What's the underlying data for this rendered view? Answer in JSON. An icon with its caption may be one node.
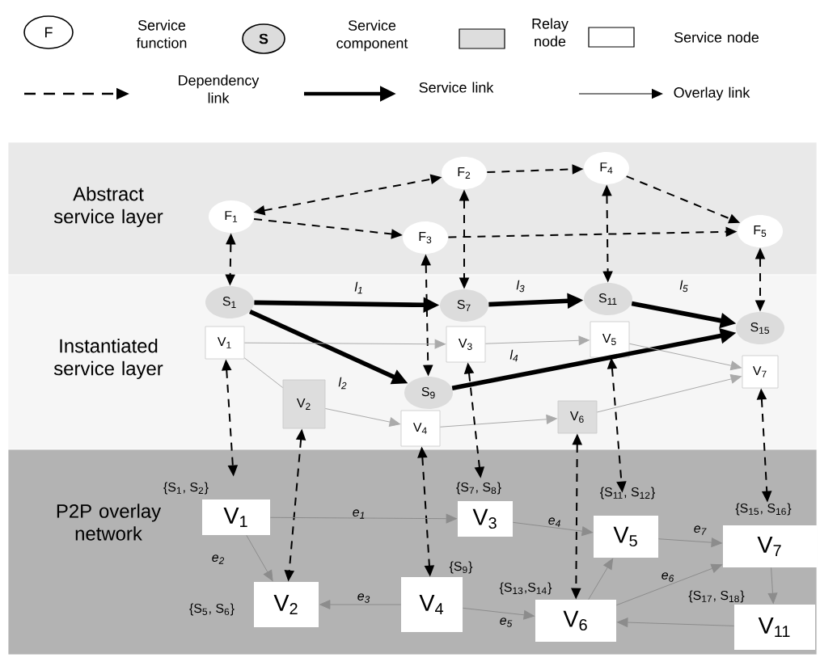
{
  "diagram": {
    "nodes": [
      {
        "text": [
          "Abstract service layer"
        ]
      },
      {
        "text": [
          "Instantiated service layer"
        ]
      },
      {
        "text": [
          "P2P overlay network"
        ]
      },
      {
        "text": [
          "F$_{1}$"
        ],
        "in": 0
      },
      {
        "text": [
          "F$_{2}$"
        ],
        "in": 0
      },
      {
        "text": [
          "F$_{3}$"
        ],
        "in": 0
      },
      {
        "text": [
          "F$_{4}$"
        ],
        "in": 0
      },
      {
        "text": [
          "F$_{5}$"
        ],
        "in": 0
      },
      {
        "text": [
          "S$_{1}$"
        ],
        "in": 1
      },
      {
        "text": [
          "S$_{7}$"
        ],
        "in": 1
      },
      {
        "text": [
          "S$_{11}$"
        ],
        "in": 1
      },
      {
        "text": [
          "S$_{15}$"
        ],
        "in": 1
      },
      {
        "text": [
          "S$_{9}$"
        ],
        "in": 1
      },
      {
        "text": [
          "V$_{1}$"
        ],
        "in": 1
      },
      {
        "text": [
          "V$_{3}$"
        ],
        "in": 1
      },
      {
        "text": [
          "V$_{5}$"
        ],
        "in": 1
      },
      {
        "text": [
          "V$_{7}$"
        ],
        "in": 1
      },
      {
        "text": [
          "V$_{2}$"
        ],
        "in": 1
      },
      {
        "text": [
          "V$_{4}$"
        ],
        "in": 1
      },
      {
        "text": [
          "V$_{6}$"
        ],
        "in": 1
      },
      {
        "text": [
          "V$_{1}$"
        ],
        "in": 2,
        "beside": [
          "{S$_{1}$, S$_{2}$}"
        ]
      },
      {
        "text": [
          "V$_{2}$"
        ],
        "in": 2,
        "beside": [
          "{S$_{5}$, S$_{6}$}"
        ]
      },
      {
        "text": [
          "V$_{3}$"
        ],
        "in": 2,
        "beside": [
          "{S$_{7}$, S$_{8}$}"
        ]
      },
      {
        "text": [
          "V$_{4}$"
        ],
        "in": 2,
        "beside": [
          "{S$_{9}$}"
        ]
      },
      {
        "text": [
          "V$_{5}$"
        ],
        "in": 2,
        "beside": [
          "{S$_{11}$, S$_{12}$}"
        ]
      },
      {
        "text": [
          "V$_{6}$"
        ],
        "in": 2,
        "beside": [
          "{S$_{13}$,S$_{14}$}"
        ]
      },
      {
        "text": [
          "V$_{7}$"
        ],
        "in": 2,
        "beside": [
          "{S$_{15}$, S$_{16}$}"
        ]
      },
      {
        "text": [
          "V$_{11}$"
        ],
        "in": 2,
        "beside": [
          "{S$_{17}$, S$_{18}$}"
        ]
      }
    ],
    "edges": [
      {
        "from": 3,
        "to": 4,
        "arrow": "both",
        "style": "dashed"
      },
      {
        "from": 3,
        "to": 5,
        "arrow": "to",
        "style": "dashed"
      },
      {
        "from": 4,
        "to": 6,
        "arrow": "to",
        "style": "dashed"
      },
      {
        "from": 6,
        "to": 7,
        "arrow": "to",
        "style": "dashed"
      },
      {
        "from": 5,
        "to": 7,
        "arrow": "to",
        "style": "dashed"
      },
      {
        "from": 3,
        "to": 8,
        "arrow": "both",
        "style": "dashed"
      },
      {
        "from": 4,
        "to": 9,
        "arrow": "both",
        "style": "dashed"
      },
      {
        "from": 5,
        "to": 12,
        "arrow": "both",
        "style": "dashed"
      },
      {
        "from": 6,
        "to": 10,
        "arrow": "both",
        "style": "dashed"
      },
      {
        "from": 7,
        "to": 11,
        "arrow": "both",
        "style": "dashed"
      },
      {
        "from": 8,
        "to": 9,
        "arrow": "to",
        "style": "thick",
        "label": "l$_{1}$"
      },
      {
        "from": 8,
        "to": 12,
        "arrow": "to",
        "style": "thick",
        "label": "l$_{2}$"
      },
      {
        "from": 9,
        "to": 10,
        "arrow": "to",
        "style": "thick",
        "label": "l$_{3}$"
      },
      {
        "from": 12,
        "to": 11,
        "arrow": "to",
        "style": "thick",
        "label": "l$_{4}$"
      },
      {
        "from": 10,
        "to": 11,
        "arrow": "to",
        "style": "thick",
        "label": "l$_{5}$"
      },
      {
        "from": 13,
        "to": 14,
        "arrow": "to",
        "color": "#aaaaaa"
      },
      {
        "from": 14,
        "to": 15,
        "arrow": "to",
        "color": "#aaaaaa"
      },
      {
        "from": 15,
        "to": 16,
        "arrow": "to",
        "color": "#aaaaaa"
      },
      {
        "from": 13,
        "to": 17,
        "arrow": "none",
        "color": "#aaaaaa"
      },
      {
        "from": 17,
        "to": 18,
        "arrow": "to",
        "color": "#aaaaaa"
      },
      {
        "from": 18,
        "to": 19,
        "arrow": "to",
        "color": "#aaaaaa"
      },
      {
        "from": 19,
        "to": 16,
        "arrow": "to",
        "color": "#aaaaaa"
      },
      {
        "from": 13,
        "to": 20,
        "arrow": "both",
        "style": "dashed"
      },
      {
        "from": 17,
        "to": 21,
        "arrow": "both",
        "style": "dashed"
      },
      {
        "from": 14,
        "to": 22,
        "arrow": "both",
        "style": "dashed"
      },
      {
        "from": 18,
        "to": 23,
        "arrow": "both",
        "style": "dashed"
      },
      {
        "from": 15,
        "to": 24,
        "arrow": "both",
        "style": "dashed"
      },
      {
        "from": 19,
        "to": 25,
        "arrow": "both",
        "style": "dashed"
      },
      {
        "from": 16,
        "to": 26,
        "arrow": "both",
        "style": "dashed"
      },
      {
        "from": 20,
        "to": 22,
        "arrow": "to",
        "color": "#8c8c8c",
        "label": "e$_{1}$"
      },
      {
        "from": 20,
        "to": 21,
        "arrow": "to",
        "color": "#8c8c8c",
        "label": "e$_{2}$"
      },
      {
        "from": 23,
        "to": 21,
        "arrow": "to",
        "color": "#8c8c8c",
        "label": "e$_{3}$"
      },
      {
        "from": 22,
        "to": 24,
        "arrow": "to",
        "color": "#8c8c8c",
        "label": "e$_{4}$"
      },
      {
        "from": 23,
        "to": 25,
        "arrow": "to",
        "color": "#8c8c8c",
        "label": "e$_{5}$"
      },
      {
        "from": 25,
        "to": 24,
        "arrow": "to",
        "color": "#8c8c8c"
      },
      {
        "from": 25,
        "to": 26,
        "arrow": "to",
        "color": "#8c8c8c",
        "label": "e$_{6}$"
      },
      {
        "from": 24,
        "to": 26,
        "arrow": "to",
        "color": "#8c8c8c",
        "label": "e$_{7}$"
      },
      {
        "from": 27,
        "to": 25,
        "arrow": "to",
        "color": "#8c8c8c"
      },
      {
        "from": 26,
        "to": 27,
        "arrow": "to",
        "color": "#8c8c8c"
      }
    ],
    "labels": [
      "F",
      "S"
    ],
    "legend": [
      {
        "text": "Service function"
      },
      {
        "text": "Service component"
      },
      {
        "text": "Relay node",
        "color": "#dddddd"
      },
      {
        "text": "Service node"
      },
      {
        "text": "Dependency link"
      },
      {
        "text": "Service link"
      },
      {
        "text": "Overlay link"
      }
    ]
  }
}
